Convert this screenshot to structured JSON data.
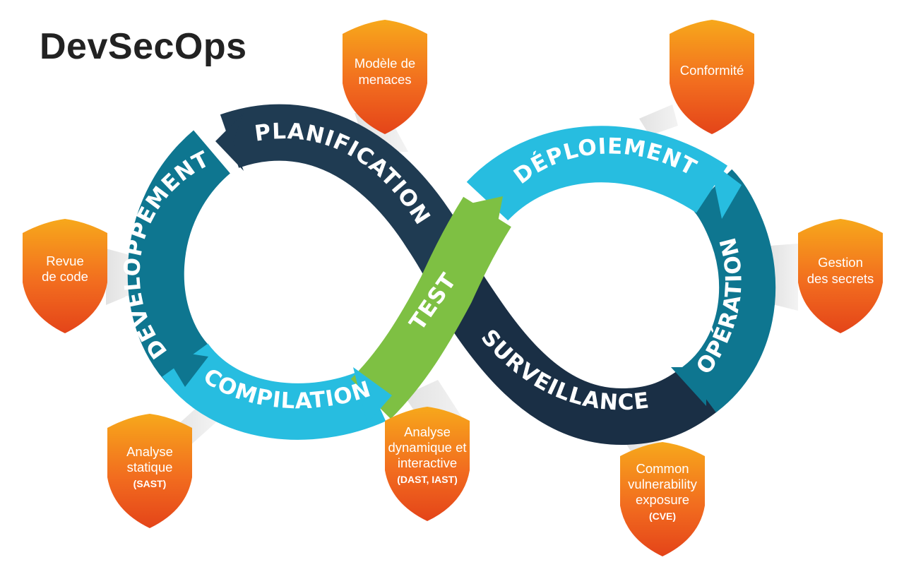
{
  "title": "DevSecOps",
  "colors": {
    "dark_navy": "#1f3b52",
    "teal": "#0e7690",
    "light_cyan": "#27bde0",
    "green": "#7ec043",
    "shield_top": "#f7a21b",
    "shield_bottom": "#e84a1c",
    "text_dark": "#222222"
  },
  "stages": {
    "planification": "PLANIFICATION",
    "developpement": "DÉVELOPPEMENT",
    "compilation": "COMPILATION",
    "test": "TEST",
    "deploiement": "DÉPLOIEMENT",
    "operations": "OPÉRATIONS",
    "surveillance": "SURVEILLANCE"
  },
  "shields": {
    "modele_menaces": {
      "icon": "shield-icon",
      "lines": [
        "Modèle de",
        "menaces"
      ]
    },
    "conformite": {
      "icon": "shield-icon",
      "lines": [
        "Conformité"
      ]
    },
    "revue_code": {
      "icon": "shield-icon",
      "lines": [
        "Revue",
        "de code"
      ]
    },
    "gestion_secrets": {
      "icon": "shield-icon",
      "lines": [
        "Gestion",
        "des secrets"
      ]
    },
    "analyse_statique": {
      "icon": "shield-icon",
      "lines": [
        "Analyse",
        "statique"
      ],
      "small": "(SAST)"
    },
    "analyse_dynamique": {
      "icon": "shield-icon",
      "lines": [
        "Analyse",
        "dynamique et",
        "interactive"
      ],
      "small": "(DAST, IAST)"
    },
    "cve": {
      "icon": "shield-icon",
      "lines": [
        "Common",
        "vulnerability",
        "exposure"
      ],
      "small": "(CVE)"
    }
  }
}
